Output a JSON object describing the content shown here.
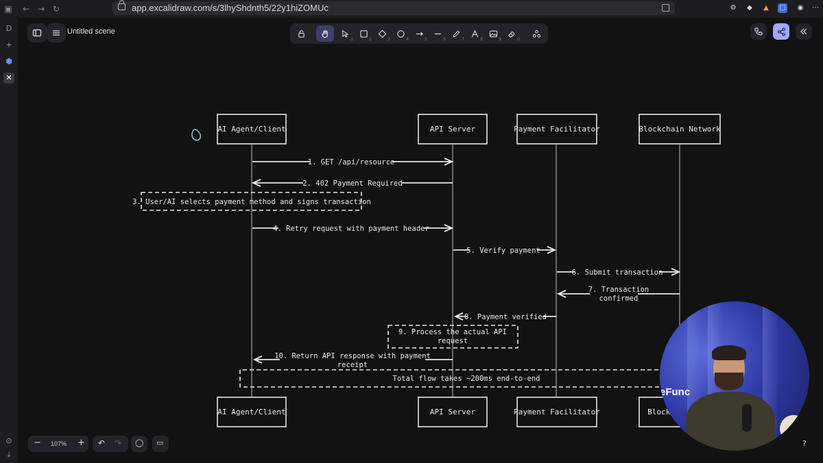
{
  "browser": {
    "url": "app.excalidraw.com/s/3lhyShdnth5/22y1hiZOMUc",
    "rail_letter": "D"
  },
  "excalidraw": {
    "scene_title": "Untitled scene",
    "tool_keys": [
      "1",
      "2",
      "3",
      "4",
      "5",
      "6",
      "7",
      "8",
      "9",
      "0"
    ],
    "zoom": "107%"
  },
  "diagram": {
    "participants": [
      "AI Agent/Client",
      "API Server",
      "Payment Facilitator",
      "Blockchain Network"
    ],
    "bottom_participants": [
      "AI Agent/Client",
      "API Server",
      "Payment Facilitator",
      "Blockc"
    ],
    "msg1": "1. GET /api/resource",
    "msg2": "2. 402 Payment Required",
    "note3": "3. User/AI selects payment method and signs transaction",
    "msg4": "4. Retry request with payment header",
    "msg5": "5. Verify payment",
    "msg6": "6. Submit transaction",
    "msg7_line1": "7. Transaction",
    "msg7_line2": "confirmed",
    "msg8": "8. Payment verified",
    "note9_line1": "9. Process the actual API",
    "note9_line2": "request",
    "msg10_line1": "10. Return API response with payment",
    "msg10_line2": "receipt",
    "total_note": "Total flow takes ~200ms end-to-end"
  },
  "webcam": {
    "overlay_text": "eFunc"
  }
}
